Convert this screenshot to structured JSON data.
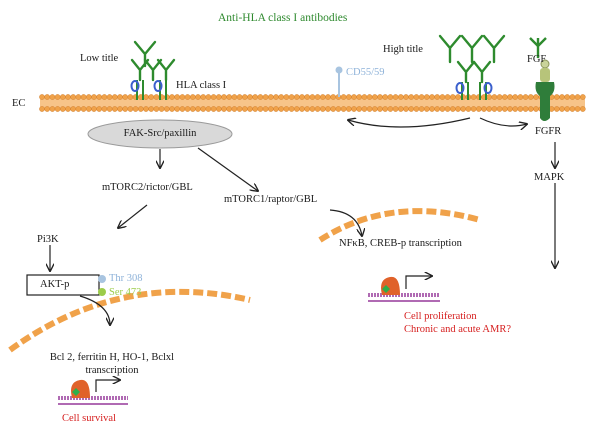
{
  "title": "Anti-HLA class I antibodies",
  "membrane": {
    "ec_label": "EC",
    "low_titer_label": "Low title",
    "high_titer_label": "High title",
    "hla_label": "HLA class I",
    "cd55_label": "CD55/59",
    "fgf_label": "FGF",
    "fgfr_label": "FGFR"
  },
  "pathway": {
    "fak": "FAK-Src/paxillin",
    "mtorc2": "mTORC2/rictor/GBL",
    "mtorc1": "mTORC1/raptor/GBL",
    "pi3k": "Pi3K",
    "akt": "AKT-p",
    "thr": "Thr 308",
    "ser": "Ser 473",
    "nfkb": "NFκB, CREB-p transcription",
    "mapk": "MAPK",
    "bcl_line1": "Bcl 2, ferritin H, HO-1, Bclxl",
    "bcl_line2": "transcription"
  },
  "outcomes": {
    "cell_survival": "Cell survival",
    "cell_proliferation": "Cell proliferation",
    "amr": "Chronic and acute AMR?"
  },
  "colors": {
    "antibody": "#2e8b2e",
    "membrane": "#f0a24a",
    "membrane_dark": "#c9772a",
    "fak_oval": "#d9d9d9",
    "cd55": "#a8c4e0",
    "outcome_text": "#d61f1f",
    "green_text": "#2f8a2f",
    "fgfr": "#2f7d3a",
    "polymerase": "#e0622a",
    "dna": "#b06ab3"
  }
}
